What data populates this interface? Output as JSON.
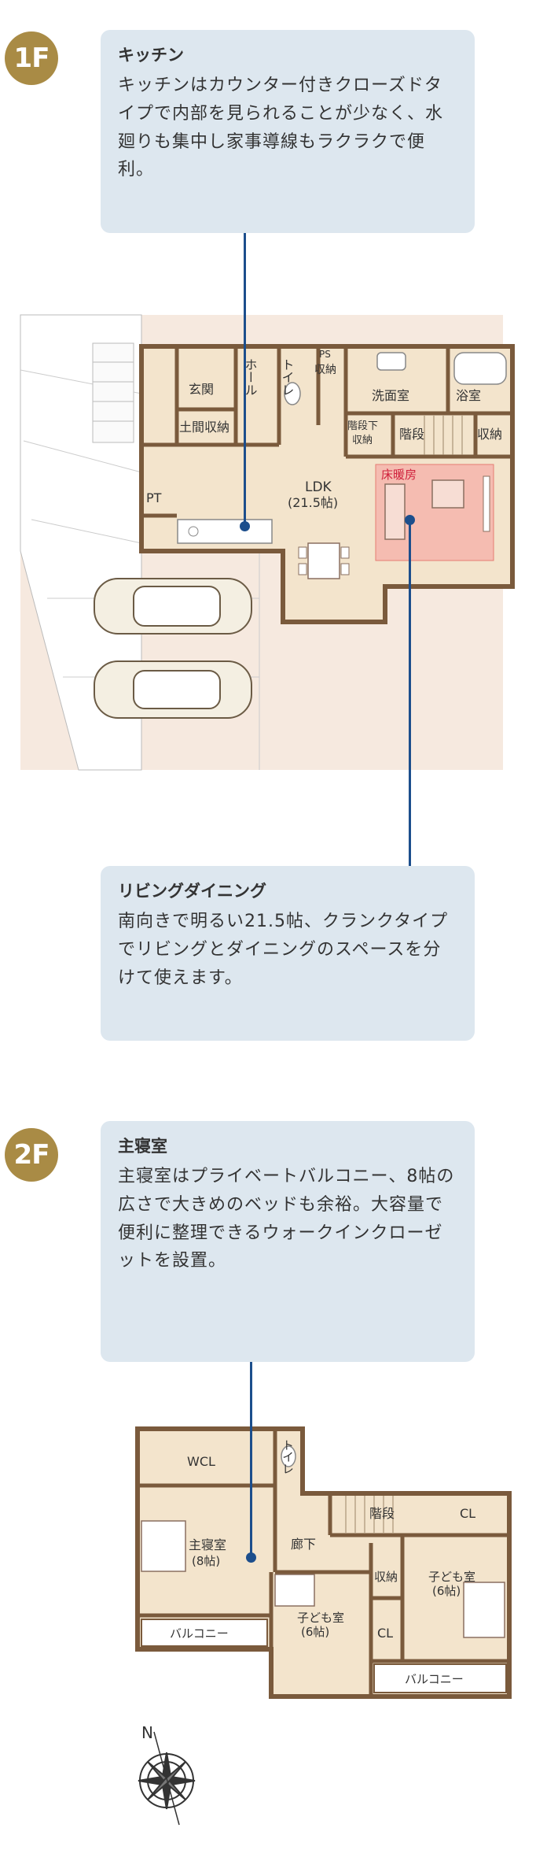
{
  "floor1": {
    "badge": "1F",
    "kitchen": {
      "title": "キッチン",
      "body": "キッチンはカウンター付きクローズドタイプで内部を見られることが少なく、水廻りも集中し家事導線もラクラクで便利。"
    },
    "living": {
      "title": "リビングダイニング",
      "body": "南向きで明るい21.5帖、クランクタイプでリビングとダイニングのスペースを分けて使えます。"
    },
    "rooms": {
      "hall": "ホール",
      "toilet": "トイレ",
      "ps": "PS",
      "storage_top": "収納",
      "genkan": "玄関",
      "doma": "土間収納",
      "washroom": "洗面室",
      "bath": "浴室",
      "stair_storage_1": "階段下",
      "stair_storage_2": "収納",
      "stairs": "階段",
      "storage_right": "収納",
      "pt": "PT",
      "ldk": "LDK",
      "ldk_size": "(21.5帖)",
      "floor_heating": "床暖房"
    }
  },
  "floor2": {
    "badge": "2F",
    "master": {
      "title": "主寝室",
      "body": "主寝室はプライベートバルコニー、8帖の広さで大きめのベッドも余裕。大容量で便利に整理できるウォークインクローゼットを設置。"
    },
    "rooms": {
      "wcl": "WCL",
      "toilet": "トイレ",
      "stairs": "階段",
      "cl1": "CL",
      "corridor": "廊下",
      "master": "主寝室",
      "master_size": "(8帖)",
      "storage": "収納",
      "child1": "子ども室",
      "child1_size": "(6帖)",
      "child2": "子ども室",
      "child2_size": "(6帖)",
      "cl2": "CL",
      "balcony1": "バルコニー",
      "balcony2": "バルコニー"
    },
    "compass": "N"
  },
  "colors": {
    "badge": "#a98b45",
    "card": "#dde7ef",
    "leader": "#1c4e8c",
    "heating": "#f4b5ab",
    "heating_label": "#d0203c",
    "floor": "#f3e4cc",
    "wall": "#7a5a3c"
  }
}
